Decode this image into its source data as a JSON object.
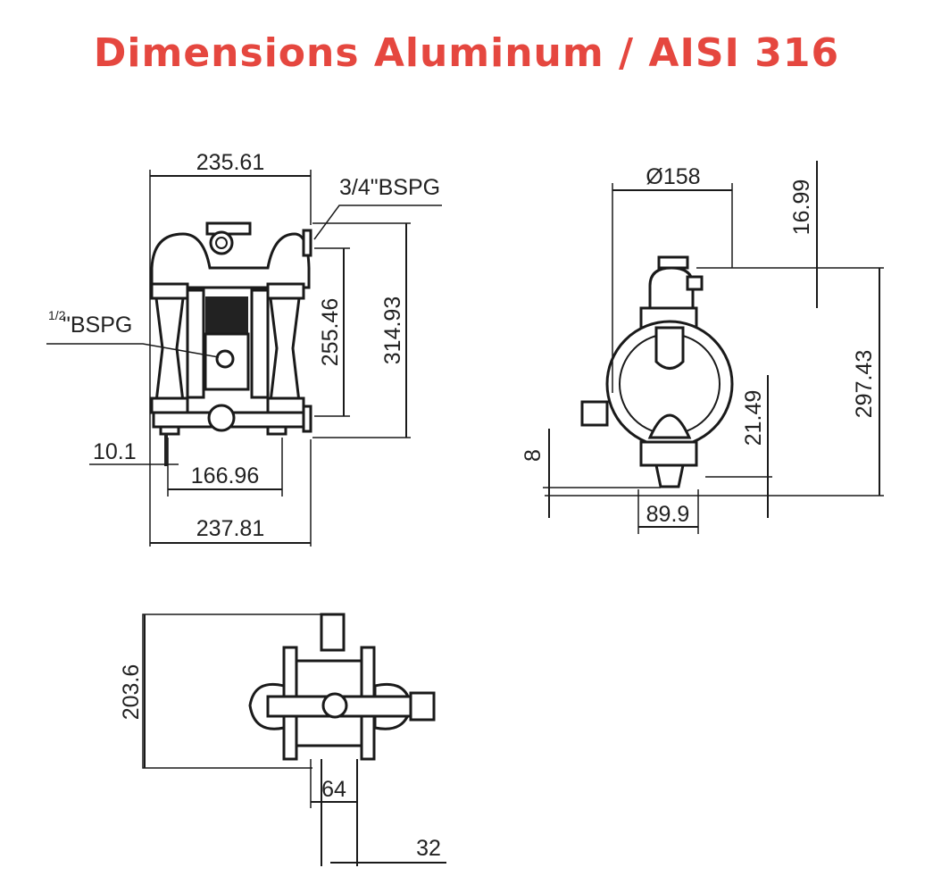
{
  "title": "Dimensions Aluminum / AISI 316",
  "title_color": "#e5473f",
  "front_view": {
    "width_top": "235.61",
    "air_inlet_label": "3/4\"BSPG",
    "port_label_fraction": "1/2",
    "port_label": "\"BSPG",
    "height_ports": "255.46",
    "height_total": "314.93",
    "foot_offset": "10.1",
    "foot_spacing": "166.96",
    "width_bottom": "237.81"
  },
  "side_view": {
    "diameter": "Ø158",
    "top_offset": "16.99",
    "height_total": "297.43",
    "inlet_height": "21.49",
    "base_height": "8",
    "foot_width": "89.9"
  },
  "top_view": {
    "depth": "203.6",
    "foot_width": "64",
    "foot_thickness": "32"
  }
}
